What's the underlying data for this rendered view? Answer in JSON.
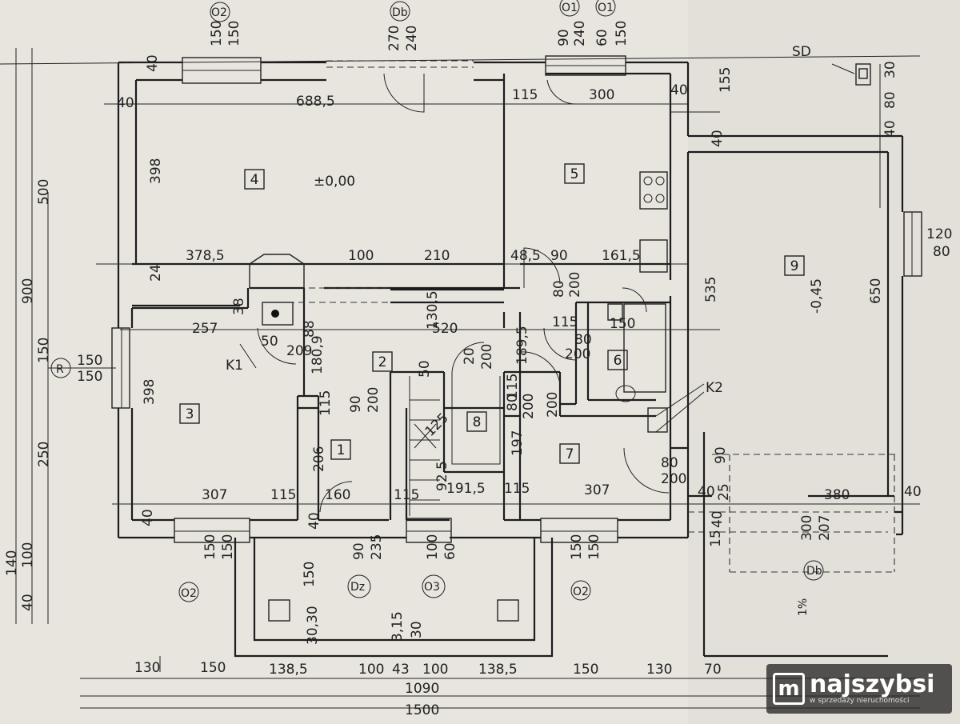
{
  "rooms": [
    "1",
    "2",
    "3",
    "4",
    "5",
    "6",
    "7",
    "8",
    "9"
  ],
  "room4_level": "±0,00",
  "room9_level": "-0,45",
  "labels": {
    "sd": "SD",
    "k1": "K1",
    "k2": "K2",
    "dz": "Dz",
    "o1": "O1",
    "o2": "O2",
    "o3": "O3",
    "r": "R",
    "db": "Db",
    "slope": "1%"
  },
  "dims": {
    "d150_150_top": [
      "150",
      "150"
    ],
    "d270_240": [
      "270",
      "240"
    ],
    "d90_240": [
      "90",
      "240"
    ],
    "d60_150": [
      "60",
      "150"
    ],
    "d30_sd": "30",
    "d155": "155",
    "d80_right": "80",
    "d40_right": "40",
    "d40_tl": "40",
    "d40_left": "40",
    "d688_5": "688,5",
    "d115_top": "115",
    "d300_top": "300",
    "d40_top_r": "40",
    "d40_garage": "40",
    "d398_r4": "398",
    "d378_5": "378,5",
    "d100_mid": "100",
    "d210": "210",
    "d48_5": "48,5",
    "d90_mid": "90",
    "d161_5": "161,5",
    "d24": "24",
    "d38": "38",
    "d257": "257",
    "d130_5": "130,5",
    "d520": "520",
    "d189_5": "189,5",
    "d115_mid": "115",
    "d80_200_a": [
      "80",
      "200"
    ],
    "d150_r6": "150",
    "d80_200_b": [
      "80",
      "200"
    ],
    "d50_k1": "50",
    "d88": "88",
    "d209": "209",
    "d180_9": "180,9",
    "d398_r3": "398",
    "d150_150_left": [
      "150",
      "150"
    ],
    "d90_200_r1": [
      "90",
      "200"
    ],
    "d115_r1": "115",
    "d50_stair": "50",
    "d20_200": [
      "20",
      "200"
    ],
    "d115_stair": "115",
    "d80_200_c": [
      "80",
      "200"
    ],
    "d200_mid": "200",
    "d125": "125",
    "d206": "206",
    "d197": "197",
    "d307_left": "307",
    "d115_bl": "115",
    "d160": "160",
    "d115_b2": "115",
    "d92_5": "92,5",
    "d191_5": "191,5",
    "d115_b3": "115",
    "d307_right": "307",
    "d80_200_d": [
      "80",
      "200"
    ],
    "d40_br": "40",
    "d25": "25",
    "d380": "380",
    "d40_far": "40",
    "d535": "535",
    "d650": "650",
    "d120_80": [
      "120",
      "80"
    ],
    "d90_g": "90",
    "d40_b1": "40",
    "d40_b2": "40",
    "d150_150_b1": [
      "150",
      "150"
    ],
    "d90_235": [
      "90",
      "235"
    ],
    "d100_60": [
      "100",
      "60"
    ],
    "d150_150_b2": [
      "150",
      "150"
    ],
    "d15": "15",
    "d40_g2": "40",
    "d300_g": "300",
    "d207": "207",
    "d150_porch": "150",
    "d30_30": "30,30",
    "d3_15": "3,15",
    "d30_porch": "30",
    "left_500": "500",
    "left_900": "900",
    "left_150": "150",
    "left_250": "250",
    "left_140": "140",
    "left_100": "100",
    "left_40": "40",
    "b130a": "130",
    "b150a": "150",
    "b138a": "138,5",
    "b100a": "100",
    "b43": "43",
    "b100b": "100",
    "b138b": "138,5",
    "b150b": "150",
    "b130b": "130",
    "b70": "70",
    "b1090": "1090",
    "b1500": "1500"
  },
  "logo": {
    "mark": "m",
    "name": "najszybsi",
    "tagline": "w sprzedaży nieruchomości"
  }
}
